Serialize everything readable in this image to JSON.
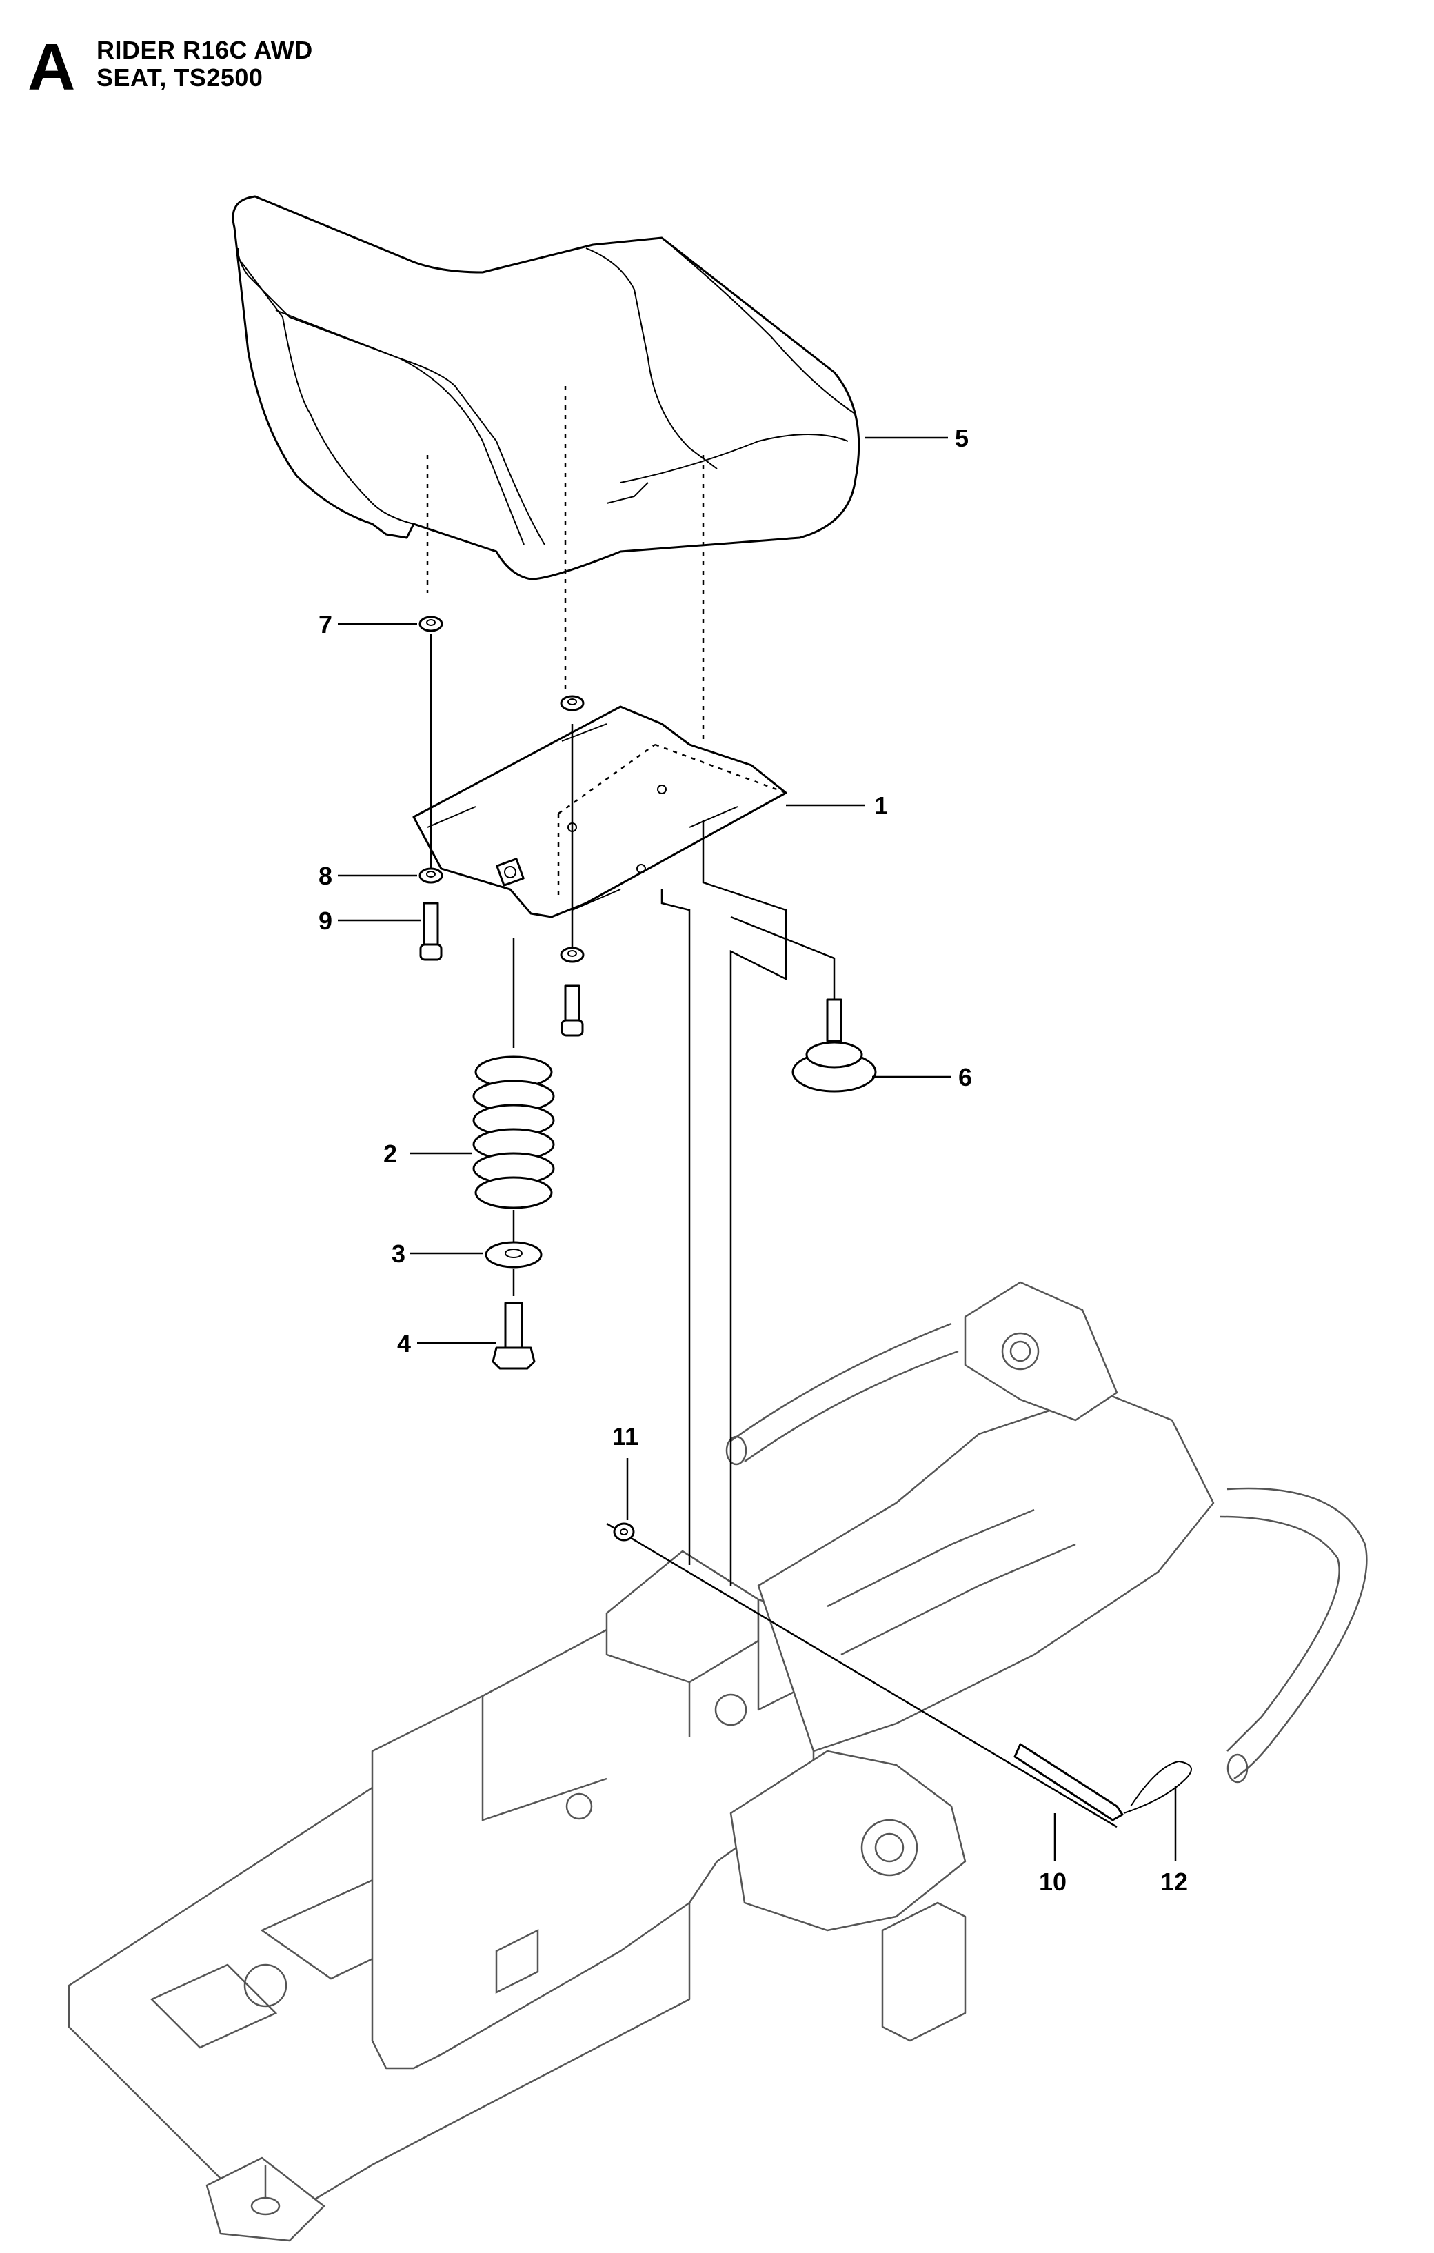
{
  "header": {
    "section_letter": "A",
    "model": "RIDER R16C AWD",
    "assembly": "SEAT, TS2500"
  },
  "callouts": [
    {
      "id": "1",
      "label": "1",
      "part": "seat-plate"
    },
    {
      "id": "2",
      "label": "2",
      "part": "spring"
    },
    {
      "id": "3",
      "label": "3",
      "part": "washer"
    },
    {
      "id": "4",
      "label": "4",
      "part": "flange-bolt"
    },
    {
      "id": "5",
      "label": "5",
      "part": "seat"
    },
    {
      "id": "6",
      "label": "6",
      "part": "knob"
    },
    {
      "id": "7",
      "label": "7",
      "part": "washer"
    },
    {
      "id": "8",
      "label": "8",
      "part": "washer"
    },
    {
      "id": "9",
      "label": "9",
      "part": "screw"
    },
    {
      "id": "10",
      "label": "10",
      "part": "pin"
    },
    {
      "id": "11",
      "label": "11",
      "part": "washer"
    },
    {
      "id": "12",
      "label": "12",
      "part": "hair-pin-clip"
    }
  ]
}
